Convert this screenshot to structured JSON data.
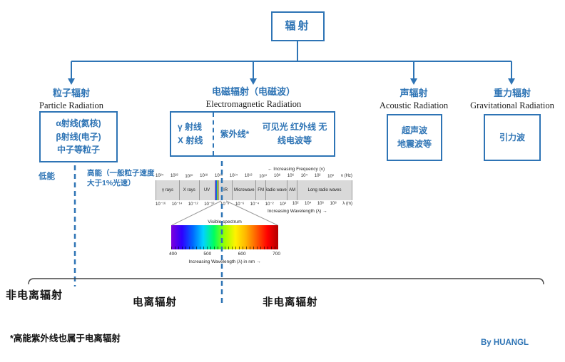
{
  "root": {
    "label": "辐射"
  },
  "branches": [
    {
      "zh": "粒子辐射",
      "en": "Particle Radiation",
      "box_lines": [
        "α射线(氦核)",
        "β射线(电子)",
        "中子等粒子"
      ]
    },
    {
      "zh": "电磁辐射（电磁波）",
      "en": "Electromagnetic Radiation",
      "sections": [
        [
          "γ 射线",
          "X 射线"
        ],
        [
          "紫外线*"
        ],
        [
          "可见光 红外线 无",
          "线电波等"
        ]
      ]
    },
    {
      "zh": "声辐射",
      "en": "Acoustic Radiation",
      "box_lines": [
        "超声波",
        "地震波等"
      ]
    },
    {
      "zh": "重力辐射",
      "en": "Gravitational Radiation",
      "box_lines": [
        "引力波"
      ]
    }
  ],
  "annotations": {
    "low_energy": "低能",
    "high_energy_line1": "高能（一般粒子速度",
    "high_energy_line2": "大于1%光速）",
    "region_left": "非电离辐射",
    "region_middle": "电离辐射",
    "region_right": "非电离辐射",
    "footnote": "*高能紫外线也属于电离辐射",
    "credit": "By HUANGL"
  },
  "spectrum": {
    "increasing_frequency": "← Increasing Frequency (ν)",
    "increasing_wavelength": "Increasing Wavelength (λ) →",
    "frequency_ticks": [
      "10²⁴",
      "10²²",
      "10²⁰",
      "10¹⁸",
      "10¹⁶",
      "10¹⁴",
      "10¹²",
      "10¹⁰",
      "10⁸",
      "10⁶",
      "10⁴",
      "10²",
      "10⁰",
      "ν (Hz)"
    ],
    "bands": [
      "γ rays",
      "X rays",
      "UV",
      "IR",
      "Microwave",
      "FM",
      "Radio waves",
      "AM",
      "Long radio waves"
    ],
    "wavelength_ticks": [
      "10⁻¹⁶",
      "10⁻¹⁴",
      "10⁻¹²",
      "10⁻¹⁰",
      "10⁻⁸",
      "10⁻⁶",
      "10⁻⁴",
      "10⁻²",
      "10⁰",
      "10²",
      "10⁴",
      "10⁶",
      "10⁸",
      "λ (m)"
    ],
    "visible": {
      "label": "Visible spectrum",
      "ticks": [
        "400",
        "500",
        "600",
        "700"
      ],
      "axis": "Increasing Wavelength (λ) in nm →"
    }
  },
  "colors": {
    "accent": "#2e74b5",
    "text_dark": "#111111"
  }
}
